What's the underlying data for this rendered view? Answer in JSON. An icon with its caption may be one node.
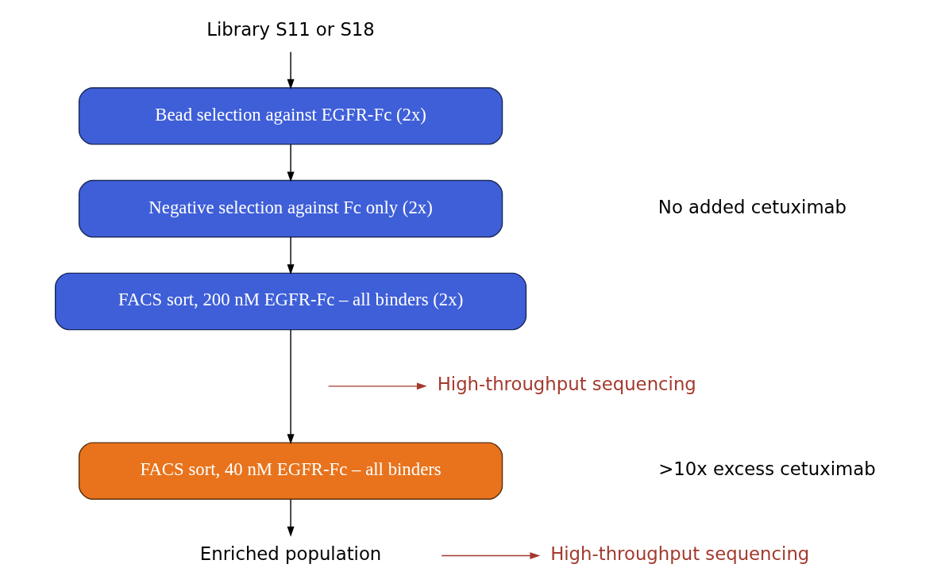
{
  "diagram": {
    "nodes": [
      {
        "text": [
          "Library S11 or S18"
        ]
      },
      {
        "text": [
          "Bead selection against EGFR-Fc (2x)"
        ]
      },
      {
        "text": [
          "Negative selection against Fc only (2x)"
        ]
      },
      {
        "text": [
          "FACS sort, 200 nM EGFR-Fc – all binders (2x)"
        ]
      },
      {
        "text": [
          "FACS sort, 40 nM EGFR-Fc – all binders"
        ]
      },
      {
        "text": [
          "Enriched population"
        ]
      },
      {
        "text": [
          "High-throughput sequencing"
        ]
      },
      {
        "text": [
          "High-throughput sequencing"
        ]
      }
    ],
    "edges": [
      {
        "from": 0,
        "to": 1,
        "arrow": "to"
      },
      {
        "from": 1,
        "to": 2,
        "arrow": "to"
      },
      {
        "from": 2,
        "to": 3,
        "arrow": "to"
      },
      {
        "from": 3,
        "to": 4,
        "arrow": "to"
      },
      {
        "from": 4,
        "to": 5,
        "arrow": "to"
      },
      {
        "from": null,
        "to": 6,
        "arrow": "to",
        "color": "#a33a2e"
      },
      {
        "from": null,
        "to": 7,
        "arrow": "to",
        "color": "#a33a2e"
      }
    ],
    "labels": [
      "No added cetuximab",
      ">10x excess cetuximab"
    ]
  }
}
